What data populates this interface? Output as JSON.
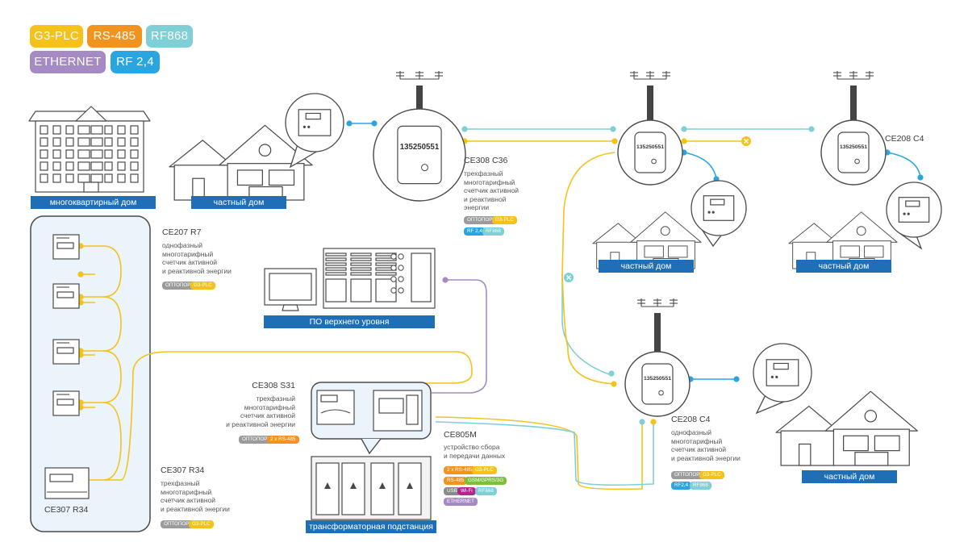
{
  "legend": [
    {
      "label": "G3-PLC",
      "color": "#f4c21a"
    },
    {
      "label": "RS-485",
      "color": "#f0931f"
    },
    {
      "label": "RF868",
      "color": "#7ecfd6"
    },
    {
      "label": "ETHERNET",
      "color": "#a58ac4"
    },
    {
      "label": "RF 2,4",
      "color": "#2aa5e0"
    }
  ],
  "captions": {
    "apartment": "многоквартирный дом",
    "private1": "частный дом",
    "private2": "частный дом",
    "private3": "частный дом",
    "private4": "частный дом",
    "software": "ПО верхнего уровня",
    "substation": "трансформаторная подстанция"
  },
  "meter_number": "135250551",
  "devices": {
    "ce308c36": {
      "title": "CE308 C36",
      "desc": [
        "трехфазный",
        "многотарифный",
        "счетчик активной",
        "и реактивной",
        "энергии"
      ],
      "tags": [
        {
          "label": "ОПТОПОРТ",
          "color": "#9b9b9b"
        },
        {
          "label": "G3-PLC",
          "color": "#f4c21a"
        },
        {
          "label": "RF 2,4",
          "color": "#2aa5e0"
        },
        {
          "label": "RF868",
          "color": "#7ecfd6"
        }
      ]
    },
    "ce208c4_top": {
      "title": "CE208 C4"
    },
    "ce207r7": {
      "title": "CE207 R7",
      "desc": [
        "однофазный",
        "многотарифный",
        "счетчик активной",
        "и реактивной энергии"
      ],
      "tags": [
        {
          "label": "ОПТОПОРТ",
          "color": "#9b9b9b"
        },
        {
          "label": "G3-PLC",
          "color": "#f4c21a"
        }
      ]
    },
    "ce307r34": {
      "title": "CE307 R34",
      "panel_label": "CE307 R34",
      "desc": [
        "трехфазный",
        "многотарифный",
        "счетчик активной",
        "и реактивной энергии"
      ],
      "tags": [
        {
          "label": "ОПТОПОРТ",
          "color": "#9b9b9b"
        },
        {
          "label": "G3-PLC",
          "color": "#f4c21a"
        }
      ]
    },
    "ce308s31": {
      "title": "CE308 S31",
      "desc": [
        "трехфазный",
        "многотарифный",
        "счетчик активной",
        "и реактивной энергии"
      ],
      "tags": [
        {
          "label": "ОПТОПОРТ",
          "color": "#9b9b9b"
        },
        {
          "label": "2 x RS-485",
          "color": "#f0931f"
        }
      ]
    },
    "ce805m": {
      "title": "CE805M",
      "desc": [
        "устройство сбора",
        "и передачи данных"
      ],
      "tags": [
        {
          "label": "2 x RS-485",
          "color": "#f0931f"
        },
        {
          "label": "G3-PLC",
          "color": "#f4c21a"
        },
        {
          "label": "RS-485",
          "color": "#f0931f"
        },
        {
          "label": "GSM/GPRS/3G",
          "color": "#7bbf3a"
        },
        {
          "label": "USB",
          "color": "#8a8a8a"
        },
        {
          "label": "Wi-Fi",
          "color": "#b0278e"
        },
        {
          "label": "RF868",
          "color": "#7ecfd6"
        },
        {
          "label": "ETHERNET",
          "color": "#a58ac4"
        }
      ]
    },
    "ce208c4_bottom": {
      "title": "CE208 C4",
      "desc": [
        "однофазный",
        "многотарифный",
        "счетчик активной",
        "и реактивной энергии"
      ],
      "tags": [
        {
          "label": "ОПТОПОРТ",
          "color": "#9b9b9b"
        },
        {
          "label": "G3-PLC",
          "color": "#f4c21a"
        },
        {
          "label": "RF2,4",
          "color": "#2aa5e0"
        },
        {
          "label": "RF868",
          "color": "#7ecfd6"
        }
      ]
    }
  },
  "colors": {
    "g3plc": "#f4c21a",
    "rf868": "#7ecfd6",
    "ethernet": "#a58ac4",
    "rf24": "#2aa5e0",
    "caption": "#1f6fb6",
    "outline": "#4a4a4a",
    "panel": "#eaf4fa"
  }
}
